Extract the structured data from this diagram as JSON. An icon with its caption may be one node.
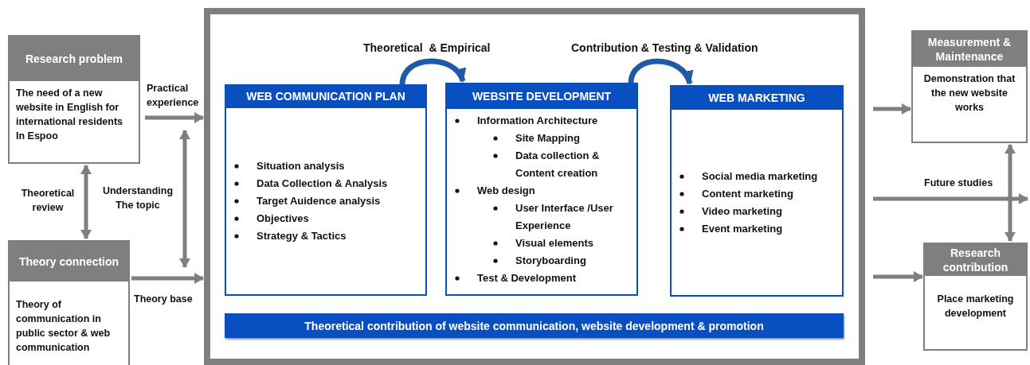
{
  "diagram": {
    "nodes": [
      {
        "text": [
          "Research problem",
          "The need of a new website in English for international residents In Espoo"
        ]
      },
      {
        "text": [
          "Theory connection",
          "Theory of communication in public sector & web communication"
        ]
      },
      {
        "text": [],
        "shape": "box"
      },
      {
        "text": [
          "WEB COMMUNICATION PLAN",
          "Situation analysis",
          "Data Collection & Analysis",
          "Target Auidence analysis",
          "Objectives",
          "Strategy & Tactics"
        ],
        "in": 2
      },
      {
        "text": [
          "WEBSITE DEVELOPMENT",
          "Information Architecture",
          "Site Mapping",
          "Data collection & Content creation",
          "Web design",
          "User Interface /User Experience",
          "Visual elements",
          "Storyboarding",
          "Test & Development"
        ],
        "in": 2
      },
      {
        "text": [
          "WEB MARKETING",
          "Social media marketing",
          "Content marketing",
          "Video marketing",
          "Event marketing"
        ],
        "in": 2
      },
      {
        "text": [
          "Theoretical contribution of website  communication, website development & promotion"
        ],
        "in": 2
      },
      {
        "text": [
          "Measurement & Maintenance",
          "Demonstration that the new website works"
        ]
      },
      {
        "text": [
          "Research contribution",
          "Place marketing development"
        ]
      }
    ],
    "edges": [
      {
        "from": 0,
        "to": 2,
        "arrow": "to",
        "label": "Practical experience"
      },
      {
        "from": 1,
        "to": 2,
        "arrow": "to",
        "label": "Theory base"
      },
      {
        "from": 0,
        "to": 1,
        "arrow": "both",
        "label": "Theoretical review"
      },
      {
        "from": 3,
        "to": 4,
        "arrow": "to",
        "label": "Theoretical  & Empirical",
        "color": "#1f5aa6"
      },
      {
        "from": 4,
        "to": 5,
        "arrow": "to",
        "label": "Contribution & Testing & Validation",
        "color": "#1f5aa6"
      },
      {
        "from": 2,
        "to": 7,
        "arrow": "to"
      },
      {
        "from": 2,
        "to": null,
        "arrow": "to",
        "label": "Future studies"
      },
      {
        "from": 2,
        "to": 8,
        "arrow": "to"
      },
      {
        "from": 7,
        "to": 8,
        "arrow": "both"
      }
    ],
    "labels": [
      "Understanding The topic"
    ]
  }
}
